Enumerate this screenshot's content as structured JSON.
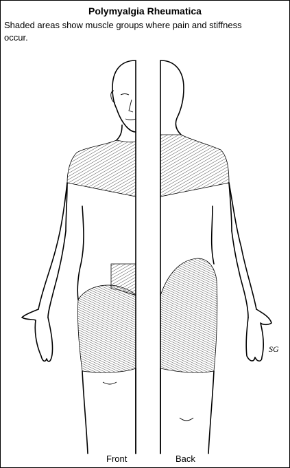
{
  "title": "Polymyalgia Rheumatica",
  "caption": "Shaded areas show muscle groups where pain and stiffness occur.",
  "labels": {
    "front": "Front",
    "back": "Back"
  },
  "signature": "SG"
}
